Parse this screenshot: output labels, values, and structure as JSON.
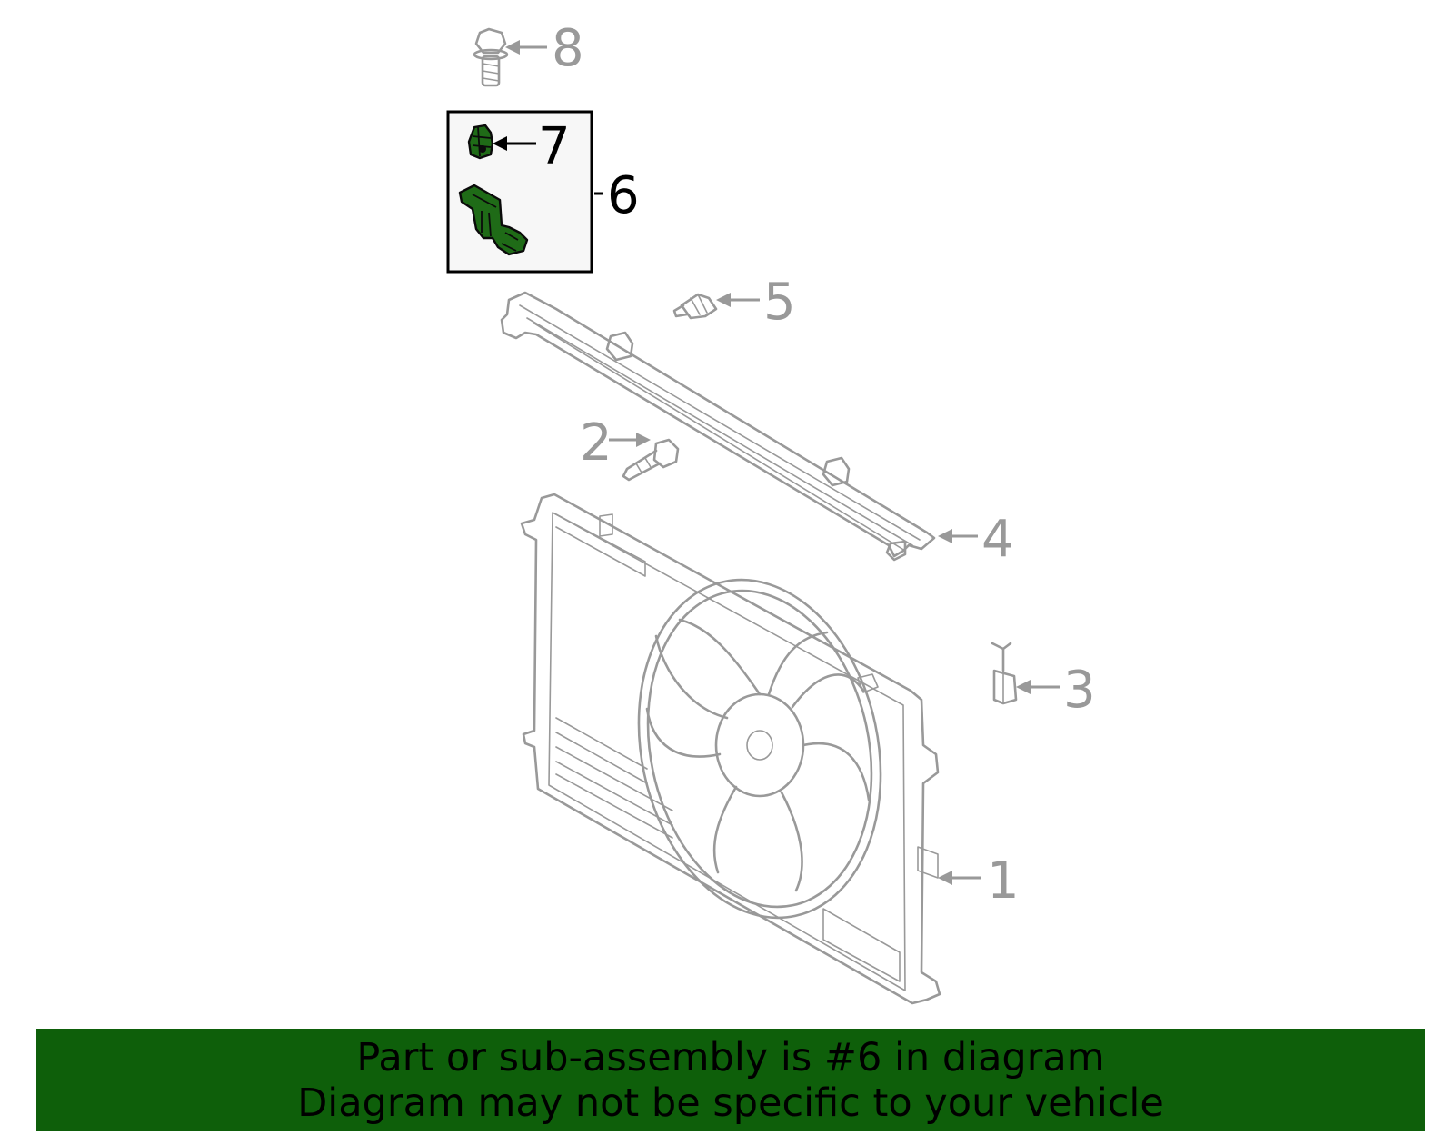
{
  "diagram": {
    "callouts": {
      "c1": "1",
      "c2": "2",
      "c3": "3",
      "c4": "4",
      "c5": "5",
      "c6": "6",
      "c7": "7",
      "c8": "8"
    },
    "highlighted_callout": "6",
    "colors": {
      "part_line": "#999999",
      "highlight_fill": "#1f6b17",
      "active_text": "#000000",
      "banner_bg": "#0e5f0a"
    }
  },
  "banner": {
    "line1": "Part or sub-assembly is #6 in diagram",
    "line2": "Diagram may not be specific to your vehicle"
  }
}
